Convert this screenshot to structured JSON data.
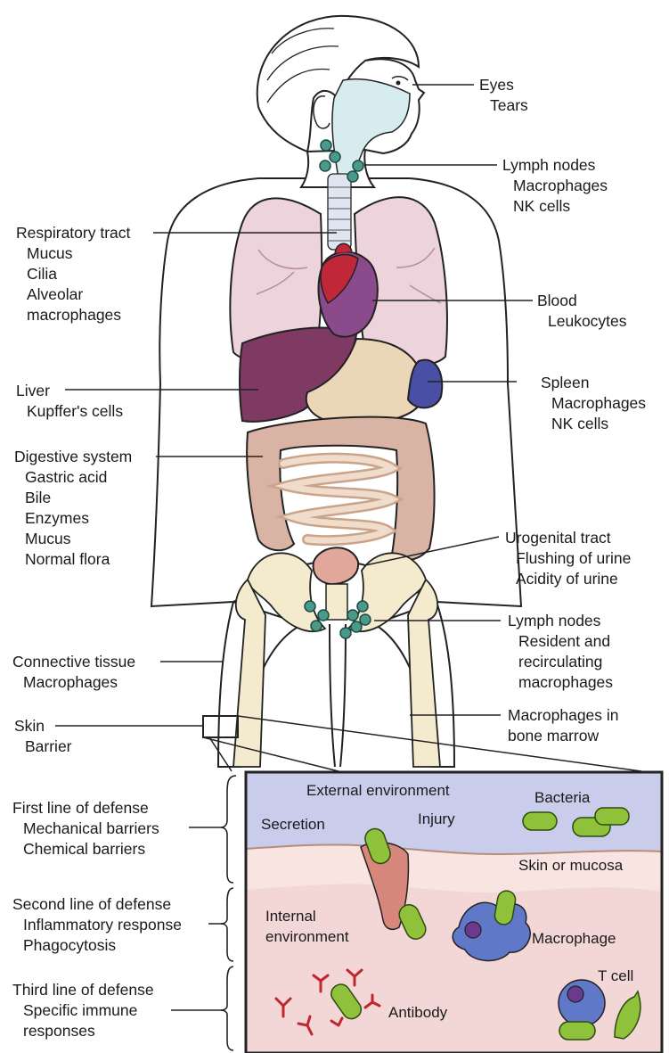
{
  "labels": {
    "eyes": [
      "Eyes",
      "Tears"
    ],
    "lymph_upper": [
      "Lymph nodes",
      "Macrophages",
      "NK cells"
    ],
    "respiratory": [
      "Respiratory tract",
      "Mucus",
      "Cilia",
      "Alveolar",
      "macrophages"
    ],
    "blood": [
      "Blood",
      "Leukocytes"
    ],
    "liver": [
      "Liver",
      "Kupffer's cells"
    ],
    "spleen": [
      "Spleen",
      "Macrophages",
      "NK cells"
    ],
    "digestive": [
      "Digestive system",
      "Gastric acid",
      "Bile",
      "Enzymes",
      "Mucus",
      "Normal flora"
    ],
    "urogenital": [
      "Urogenital tract",
      "Flushing of urine",
      "Acidity of urine"
    ],
    "lymph_lower": [
      "Lymph nodes",
      "Resident and",
      "recirculating",
      "macrophages"
    ],
    "connective": [
      "Connective tissue",
      "Macrophages"
    ],
    "marrow": [
      "Macrophages in",
      "bone marrow"
    ],
    "skin": [
      "Skin",
      "Barrier"
    ],
    "first_line": [
      "First line of defense",
      "Mechanical barriers",
      "Chemical barriers"
    ],
    "second_line": [
      "Second line of defense",
      "Inflammatory response",
      "Phagocytosis"
    ],
    "third_line": [
      "Third line of defense",
      "Specific immune",
      "responses"
    ]
  },
  "panel": {
    "external": "External environment",
    "bacteria": "Bacteria",
    "secretion": "Secretion",
    "injury": "Injury",
    "skin_mucosa": "Skin or mucosa",
    "internal": [
      "Internal",
      "environment"
    ],
    "macrophage": "Macrophage",
    "tcell": "T cell",
    "antibody": "Antibody"
  },
  "colors": {
    "lung": "#ecd3dc",
    "heart": "#c0283a",
    "liver": "#7f3a63",
    "spleen": "#4a4fa6",
    "intestine": "#d9b3a3",
    "bone": "#f4ebcf",
    "lymph_node": "#4a9a8c",
    "bacteria": "#8fc23a",
    "panel_sky": "#c9cdeb",
    "panel_tissue": "#f3d6d6",
    "macrophage": "#5f79c8",
    "antibody": "#c0262e"
  }
}
